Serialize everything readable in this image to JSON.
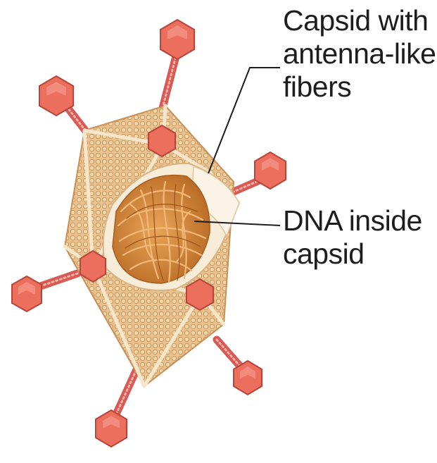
{
  "labels": {
    "capsid": {
      "lines": [
        "Capsid with",
        "antenna-like",
        "fibers"
      ]
    },
    "dna": {
      "lines": [
        "DNA inside",
        "capsid"
      ]
    }
  },
  "colors": {
    "capsid_fill": "#e9c28f",
    "capsid_edge": "#f6e7cc",
    "capsid_texture": "#c98f56",
    "dna": "#c7792d",
    "fiber_head": "#ec6e5c",
    "fiber_head_edge": "#b8453a",
    "fiber_stalk": "#d95a55",
    "leader_line": "#1d1d1d",
    "text": "#1d1d1d",
    "background": "#ffffff"
  }
}
